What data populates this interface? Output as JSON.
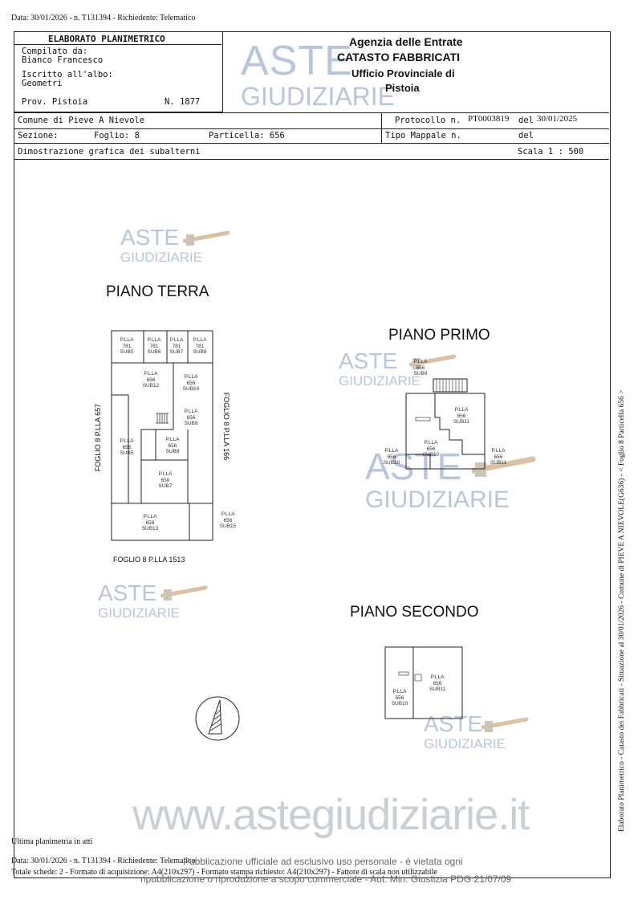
{
  "top_line": "Data: 30/01/2026 - n. T131394 - Richiedente: Telematico",
  "header": {
    "doc_title": "ELABORATO PLANIMETRICO",
    "compilato_label": "Compilato da:",
    "compilato_value": "Bianco Francesco",
    "iscritto_label": "Iscritto all'albo:",
    "iscritto_value": "Geometri",
    "prov_label": "Prov. Pistoia",
    "prov_num": "N. 1877",
    "agency_line1": "Agenzia delle Entrate",
    "agency_line2": "CATASTO FABBRICATI",
    "agency_line3": "Ufficio Provinciale di",
    "agency_line4": "Pistoia",
    "comune": "Comune di Pieve A Nievole",
    "sezione": "Sezione:",
    "foglio": "Foglio: 8",
    "particella": "Particella: 656",
    "protocollo_label": "Protocollo n.",
    "protocollo_value": "PT0003819",
    "protocollo_del": "del",
    "protocollo_date": "30/01/2025",
    "tipo_mappale": "Tipo Mappale n.",
    "tipo_del": "del",
    "dimostrazione": "Dimostrazione grafica dei subalterni",
    "scala": "Scala 1 : 500"
  },
  "watermark": {
    "aste": "ASTE",
    "giudiziarie": "GIUDIZIARIE",
    "url": "www.astegiudiziarie.it"
  },
  "plans": {
    "piano_terra": "PIANO TERRA",
    "piano_primo": "PIANO PRIMO",
    "piano_secondo": "PIANO SECONDO",
    "foglio_657": "FOGLIO 8 P.LLA 657",
    "foglio_166": "FOGLIO 8 P.LLA 166",
    "foglio_1513": "FOGLIO 8 P.LLA 1513",
    "terra_units": [
      {
        "l1": "P.LLA",
        "l2": "781",
        "l3": "SUB5"
      },
      {
        "l1": "P.LLA",
        "l2": "781",
        "l3": "SUB6"
      },
      {
        "l1": "P.LLA",
        "l2": "781",
        "l3": "SUB7"
      },
      {
        "l1": "P.LLA",
        "l2": "781",
        "l3": "SUB8"
      },
      {
        "l1": "P.LLA",
        "l2": "656",
        "l3": "SUB12"
      },
      {
        "l1": "P.LLA",
        "l2": "656",
        "l3": "SUB14"
      },
      {
        "l1": "P.LLA",
        "l2": "656",
        "l3": "SUB8"
      },
      {
        "l1": "P.LLA",
        "l2": "656",
        "l3": "SUB8"
      },
      {
        "l1": "P.LLA",
        "l2": "656",
        "l3": "SUB5"
      },
      {
        "l1": "P.LLA",
        "l2": "656",
        "l3": "SUB7"
      },
      {
        "l1": "P.LLA",
        "l2": "656",
        "l3": "SUB13"
      },
      {
        "l1": "P.LLA",
        "l2": "656",
        "l3": "SUB15"
      }
    ],
    "primo_units": [
      {
        "l1": "P.LLA",
        "l2": "656",
        "l3": "SUB9"
      },
      {
        "l1": "P.LLA",
        "l2": "656",
        "l3": "SUB11"
      },
      {
        "l1": "P.LLA",
        "l2": "656",
        "l3": "SUB10"
      },
      {
        "l1": "P.LLA",
        "l2": "656",
        "l3": "SUB10"
      },
      {
        "l1": "P.LLA",
        "l2": "656",
        "l3": "SUB11"
      }
    ],
    "secondo_units": [
      {
        "l1": "P.LLA",
        "l2": "656",
        "l3": "SUB11"
      },
      {
        "l1": "P.LLA",
        "l2": "656",
        "l3": "SUB10"
      }
    ]
  },
  "side_text": "Elaborato Planimetrico - Catasto dei Fabbricati - Situazione al 30/01/2026 - Comune di PIEVE A NIEVOLE(G636) - < Foglio 8 Particella 656 >",
  "footer": {
    "ultima": "Ultima planimetria in atti",
    "line1": "Data: 30/01/2026 - n. T131394 - Richiedente: Telematico",
    "line2": "Totale schede: 2 - Formato di acquisizione: A4(210x297) - Formato stampa richiesto: A4(210x297) - Fattore di scala non utilizzabile",
    "pub1": "Pubblicazione ufficiale ad esclusivo uso personale - è vietata ogni",
    "pub2": "ripubblicazione o riproduzione a scopo commerciale - Aut. Min. Giustizia PDG 21/07/09"
  }
}
